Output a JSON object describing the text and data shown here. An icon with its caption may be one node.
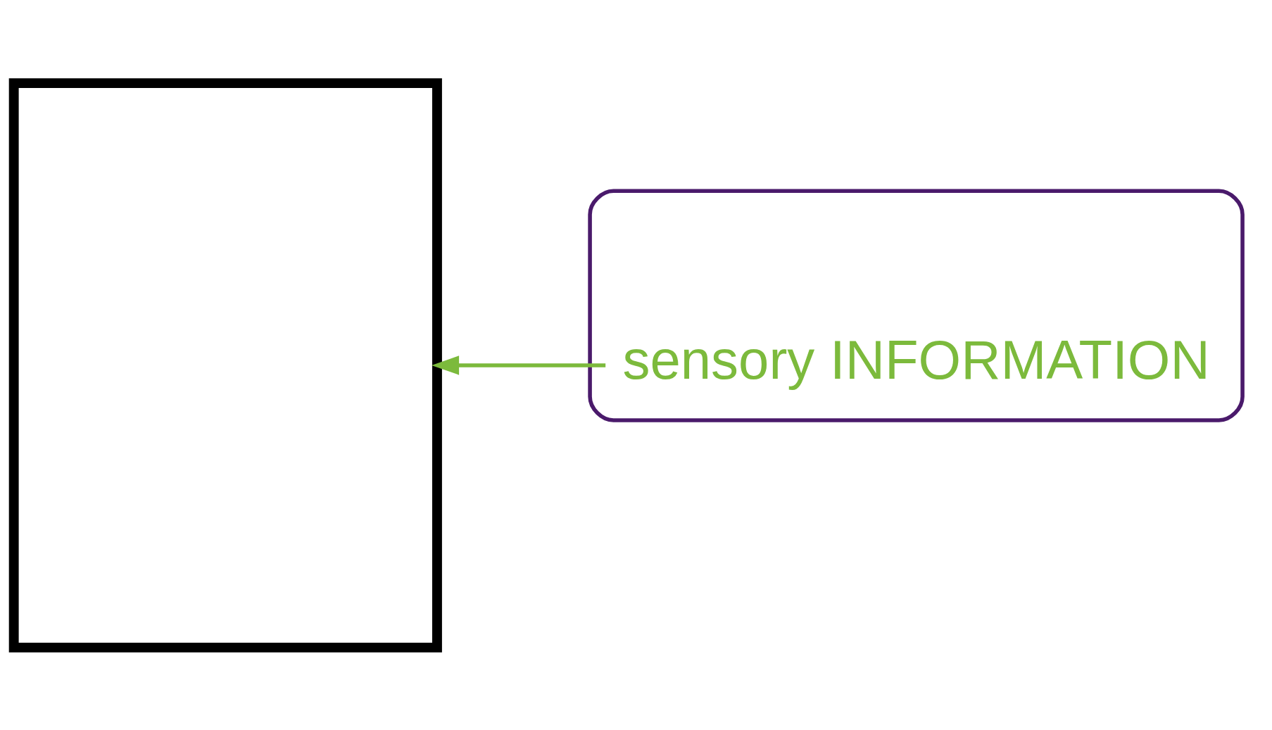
{
  "diagram": {
    "nodes": [
      {
        "text": [],
        "shape": "box"
      },
      {
        "text": [],
        "shape": "cloud"
      },
      {
        "text": [
          "sensory INFORMATION"
        ],
        "in": 1
      }
    ],
    "edges": [
      {
        "from": 2,
        "to": 0,
        "arrow": "to",
        "color": "#7cba3c"
      }
    ]
  }
}
